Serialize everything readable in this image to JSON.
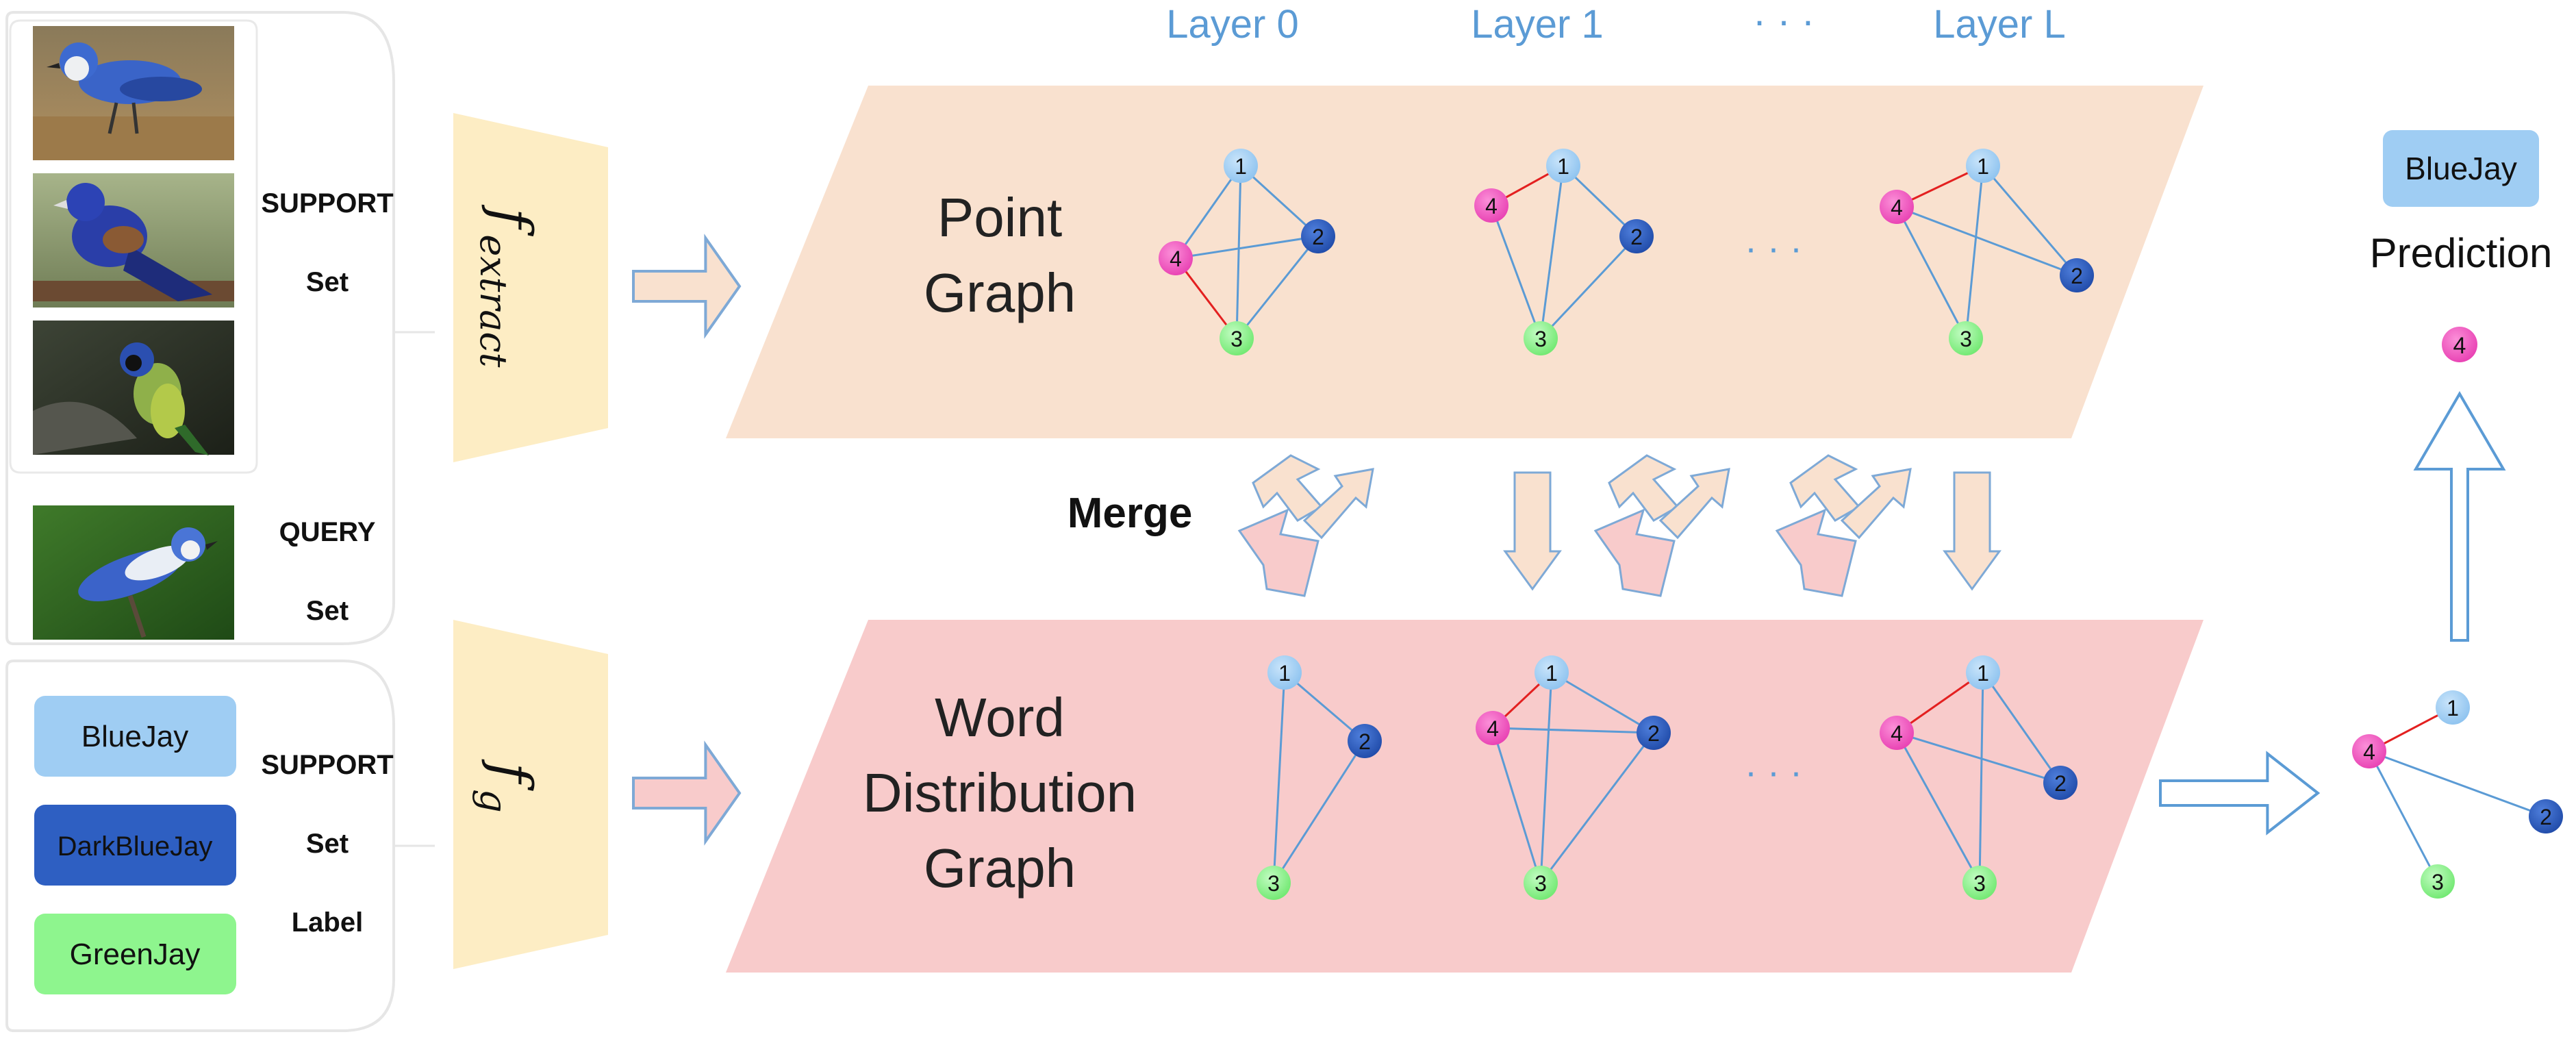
{
  "layers": {
    "layer0": "Layer 0",
    "layer1": "Layer 1",
    "dots": "· · ·",
    "layerL": "Layer L"
  },
  "left_panel": {
    "support_set": [
      "SUPPORT",
      "Set"
    ],
    "query_set": [
      "QUERY",
      "Set"
    ],
    "support_label": [
      "SUPPORT",
      "Set",
      "Label"
    ],
    "labels": [
      "BlueJay",
      "DarkBlueJay",
      "GreenJay"
    ],
    "images": [
      "blue-jay-photo",
      "dark-blue-jay-photo",
      "green-jay-photo",
      "query-blue-jay-photo"
    ]
  },
  "extractors": {
    "f_extract": {
      "base": "f",
      "sub": "extract"
    },
    "f_g": {
      "base": "f",
      "sub": "g"
    }
  },
  "graphs": {
    "point_graph": [
      "Point",
      "Graph"
    ],
    "word_graph": [
      "Word",
      "Distribution",
      "Graph"
    ],
    "dots": "· · ·"
  },
  "merge_label": "Merge",
  "nodes": {
    "n1": "1",
    "n2": "2",
    "n3": "3",
    "n4": "4"
  },
  "prediction": {
    "label": "BlueJay",
    "title": "Prediction",
    "node": "4"
  },
  "colors": {
    "node1": "#9fcdf3",
    "node2": "#2e5fc2",
    "node3": "#8ef58e",
    "node4": "#f15ac2",
    "edge": "#5b9bd5",
    "edge_red": "#e32020",
    "point_graph_fill": "#f9e1cf",
    "word_graph_fill": "#f8cbcb",
    "extractor_fill": "#fdedc4",
    "layer_text": "#5b9bd5"
  }
}
